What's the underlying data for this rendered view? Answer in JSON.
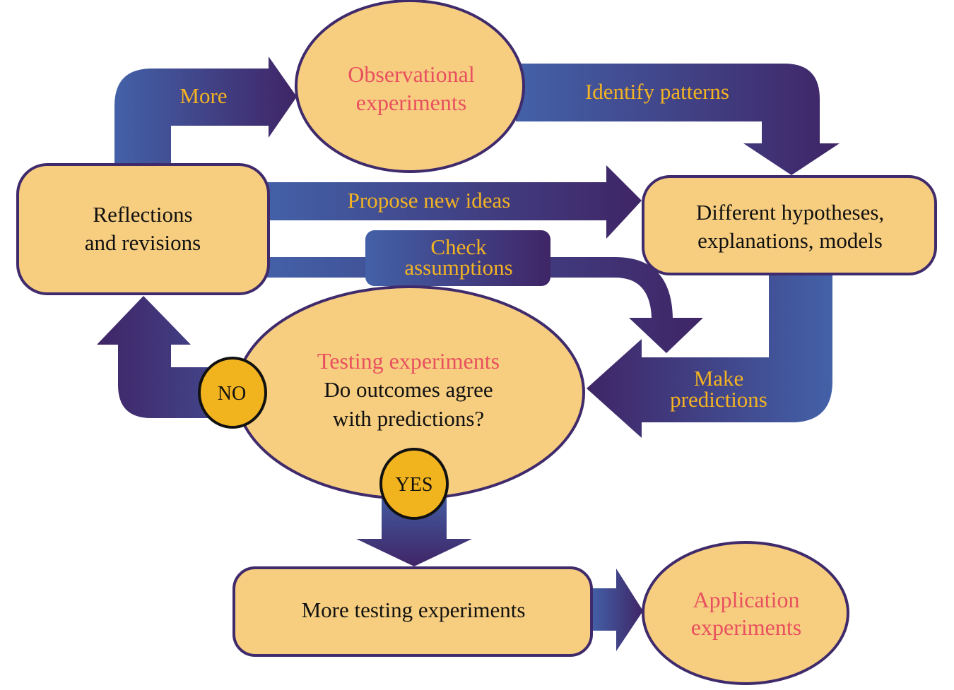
{
  "colors": {
    "box_fill": "#f7ce80",
    "box_stroke": "#3f2a6b",
    "arrow_light": "#4361a8",
    "arrow_dark": "#3f2566",
    "arrow_label": "#f3b322",
    "experiment_label": "#e8505f",
    "badge_fill": "#f2b41e",
    "body_text": "#111111"
  },
  "nodes": {
    "observational": {
      "lines": [
        "Observational",
        "experiments"
      ]
    },
    "reflections": {
      "lines": [
        "Reflections",
        "and revisions"
      ]
    },
    "hypotheses": {
      "lines": [
        "Different hypotheses,",
        "explanations, models"
      ]
    },
    "testing": {
      "title": "Testing experiments",
      "lines": [
        "Do outcomes agree",
        "with predictions?"
      ]
    },
    "more_testing": {
      "lines": [
        "More testing experiments"
      ]
    },
    "application": {
      "lines": [
        "Application",
        "experiments"
      ]
    }
  },
  "edges": {
    "more": {
      "label": "More"
    },
    "identify_patterns": {
      "label": "Identify patterns"
    },
    "propose_new_ideas": {
      "label": "Propose new ideas"
    },
    "check_assumptions": {
      "lines": [
        "Check",
        "assumptions"
      ]
    },
    "make_predictions": {
      "lines": [
        "Make",
        "predictions"
      ]
    }
  },
  "badges": {
    "no": "NO",
    "yes": "YES"
  }
}
